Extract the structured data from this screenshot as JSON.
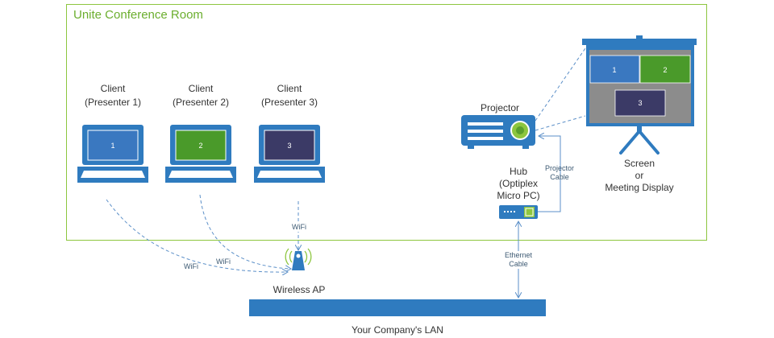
{
  "room": {
    "title": "Unite Conference Room"
  },
  "clients": [
    {
      "line1": "Client",
      "line2": "(Presenter 1)",
      "screen_number": "1",
      "screen_color": "#3a78c0"
    },
    {
      "line1": "Client",
      "line2": "(Presenter 2)",
      "screen_number": "2",
      "screen_color": "#4a9a2a"
    },
    {
      "line1": "Client",
      "line2": "(Presenter 3)",
      "screen_number": "3",
      "screen_color": "#3b3a66"
    }
  ],
  "projector": {
    "label": "Projector"
  },
  "screen": {
    "line1": "Screen",
    "line2": "or",
    "line3": "Meeting Display",
    "tiles": [
      {
        "number": "1",
        "color": "#3a78c0"
      },
      {
        "number": "2",
        "color": "#4a9a2a"
      },
      {
        "number": "3",
        "color": "#3b3a66"
      }
    ],
    "background_color": "#8c8c8c"
  },
  "hub": {
    "line1": "Hub",
    "line2": "(Optiplex",
    "line3": "Micro PC)"
  },
  "connections": {
    "projector_cable_line1": "Projector",
    "projector_cable_line2": "Cable",
    "ethernet_cable_line1": "Ethernet",
    "ethernet_cable_line2": "Cable",
    "wifi_1": "WiFi",
    "wifi_2": "WiFi",
    "wifi_3": "WiFi"
  },
  "access_point": {
    "label": "Wireless AP"
  },
  "lan": {
    "label": "Your Company's LAN"
  },
  "colors": {
    "device_blue": "#2f7bbf",
    "room_border": "#8dc63f",
    "room_title": "#6bae2e"
  }
}
